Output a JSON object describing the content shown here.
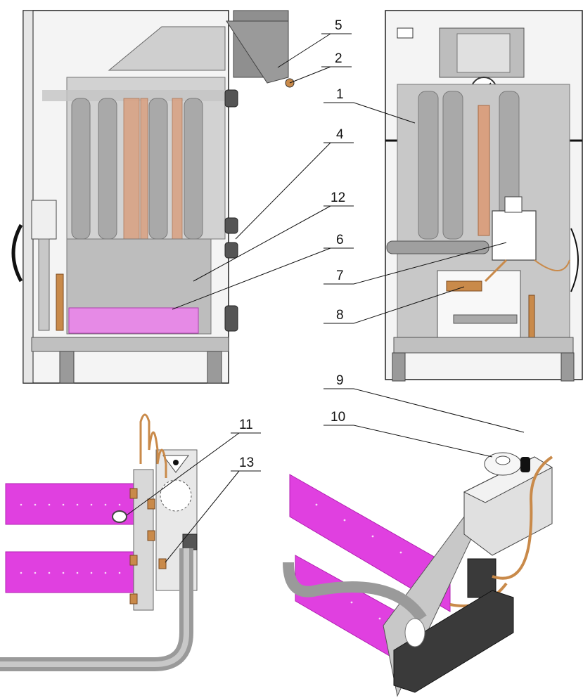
{
  "callouts": [
    {
      "id": "c5",
      "label": "5"
    },
    {
      "id": "c2",
      "label": "2"
    },
    {
      "id": "c1",
      "label": "1"
    },
    {
      "id": "c4",
      "label": "4"
    },
    {
      "id": "c12",
      "label": "12"
    },
    {
      "id": "c6",
      "label": "6"
    },
    {
      "id": "c7",
      "label": "7"
    },
    {
      "id": "c8",
      "label": "8"
    },
    {
      "id": "c9",
      "label": "9"
    },
    {
      "id": "c10",
      "label": "10"
    },
    {
      "id": "c11",
      "label": "11"
    },
    {
      "id": "c13",
      "label": "13"
    }
  ],
  "colors": {
    "burner": "#e040e0",
    "burner_dark": "#b020b0",
    "steel": "#b8b8b8",
    "steel_dark": "#8a8a8a",
    "copper": "#c98a4a",
    "heater_coil": "#d9a080",
    "leader": "#111111"
  }
}
